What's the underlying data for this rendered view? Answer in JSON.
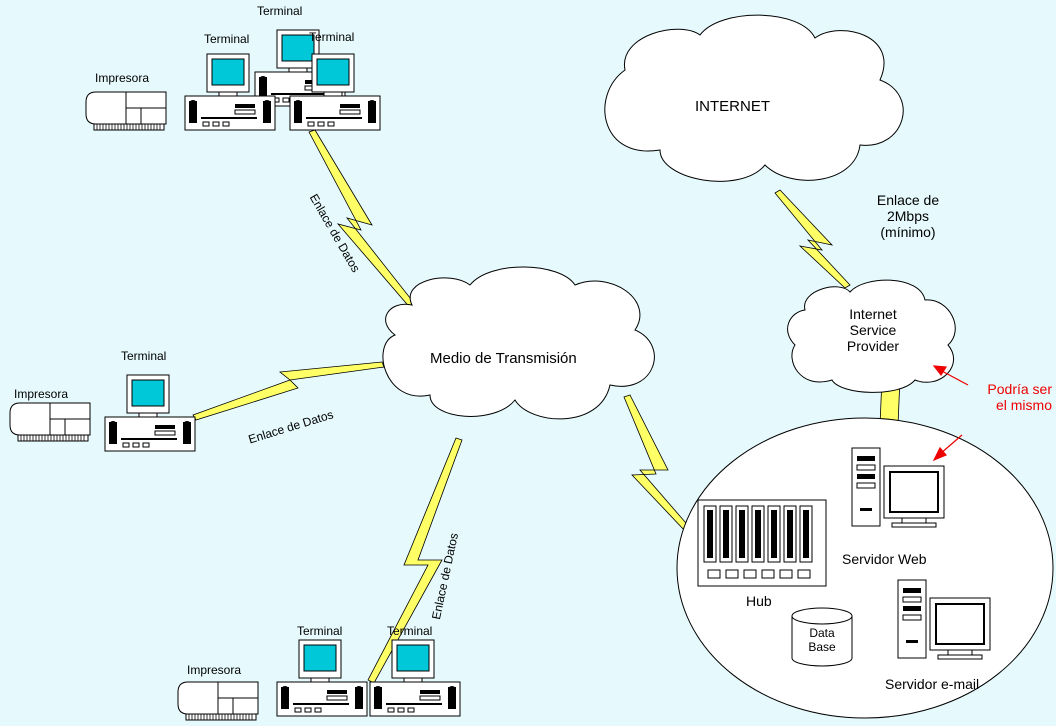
{
  "clouds": {
    "internet": "INTERNET",
    "medio": "Medio de Transmisión",
    "isp_line1": "Internet",
    "isp_line2": "Service",
    "isp_line3": "Provider"
  },
  "labels": {
    "terminal": "Terminal",
    "impresora": "Impresora",
    "enlace_datos": "Enlace de Datos",
    "enlace_line1": "Enlace de",
    "enlace_line2": "2Mbps",
    "enlace_line3": "(mínimo)",
    "hub": "Hub",
    "data_base_line1": "Data",
    "data_base_line2": "Base",
    "servidor_web": "Servidor Web",
    "servidor_email": "Servidor e-mail",
    "podria_line1": "Podría ser",
    "podria_line2": "el mismo"
  },
  "colors": {
    "background": "#e6fafd",
    "bolt_fill": "#ffff66",
    "screen": "#00c8d8",
    "note": "#ee0000"
  },
  "icons": [
    "computer-icon",
    "printer-icon",
    "server-icon",
    "hub-icon",
    "database-icon",
    "cloud-icon",
    "lightning-link-icon"
  ]
}
